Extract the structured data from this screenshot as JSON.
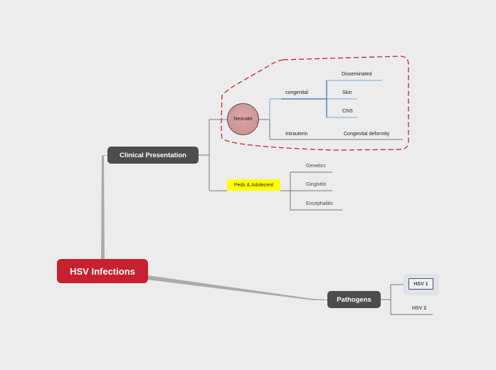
{
  "root": {
    "label": "HSV Infections"
  },
  "clinical": {
    "label": "Clinical Presentation",
    "neonate": {
      "label": "Neonate",
      "congenital": {
        "label": "congenital",
        "children": [
          "Disseminated",
          "Skin",
          "CNS"
        ]
      },
      "intrauterin": {
        "label": "Intrauterin",
        "child": "Congenital deformity"
      }
    },
    "peds": {
      "label": "Peds & Adolecent",
      "children": [
        "Genetics",
        "Gingivitis",
        "Encephalitis"
      ]
    }
  },
  "pathogens": {
    "label": "Pathogens",
    "children": [
      "HSV 1",
      "HSV 2"
    ]
  },
  "colors": {
    "root": "#c8202e",
    "main_topic": "#4d4d4d",
    "boundary": "#c8202e",
    "highlight": "#ffff00",
    "congenital_branch": "#2f6db5"
  }
}
